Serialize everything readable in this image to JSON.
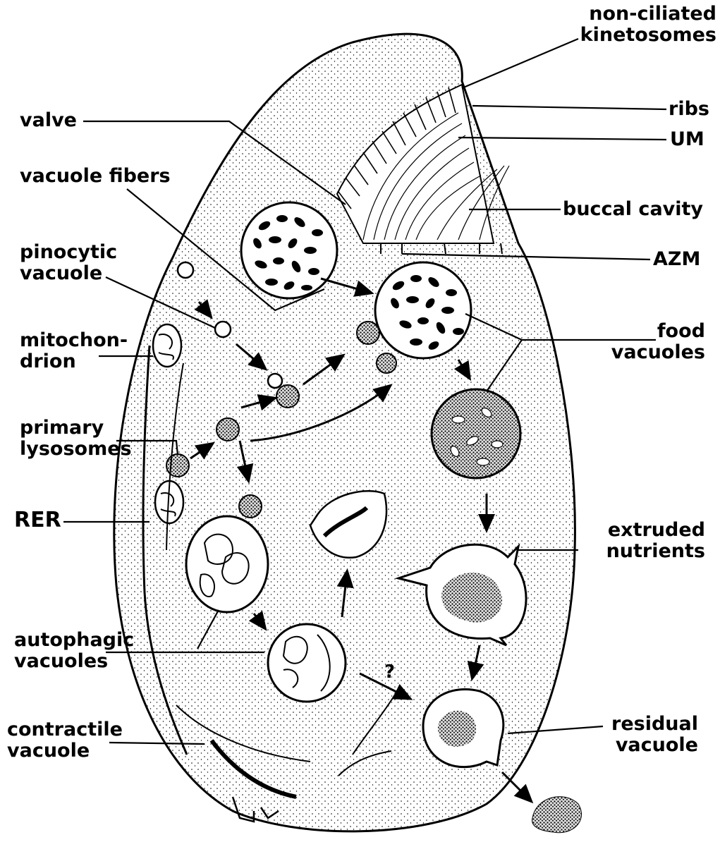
{
  "labels": {
    "non_ciliated_kinetosomes": "non-ciliated\nkinetosomes",
    "ribs": "ribs",
    "um": "UM",
    "buccal_cavity": "buccal cavity",
    "azm": "AZM",
    "food_vacuoles": "food\nvacuoles",
    "extruded_nutrients": "extruded\nnutrients",
    "residual_vacuole": "residual\nvacuole",
    "valve": "valve",
    "vacuole_fibers": "vacuole fibers",
    "pinocytic_vacuole": "pinocytic\nvacuole",
    "mitochondrion": "mitochon-\ndrion",
    "primary_lysosomes": "primary\nlysosomes",
    "rer": "RER",
    "autophagic_vacuoles": "autophagic\nvacuoles",
    "contractile_vacuole": "contractile\nvacuole",
    "question_mark": "?"
  },
  "colors": {
    "ink": "#000000",
    "background": "#ffffff",
    "cytoplasm": "#f3f3f3"
  }
}
